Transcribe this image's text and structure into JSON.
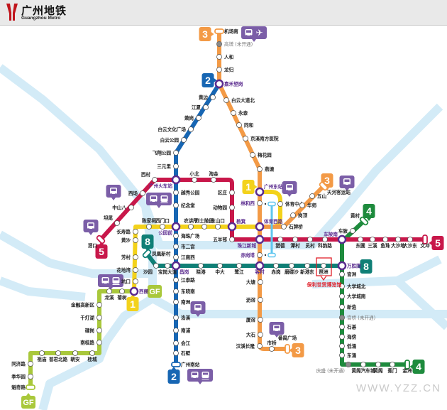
{
  "header": {
    "logo_cn": "广州地铁",
    "logo_en": "Guangzhou Metro"
  },
  "colors": {
    "interchange": "#5b2c8f",
    "river": "#d3ebf7",
    "callout": "#7b5ea7",
    "landmark": "#e0202a"
  },
  "lines": [
    {
      "id": "1",
      "color": "#f3d21b",
      "stations": [
        "西朗",
        "坑口",
        "花地湾",
        "芳村",
        "黄沙",
        "长寿路",
        "陈家祠",
        "西门口",
        "公园前",
        "农讲所",
        "烈士陵园",
        "东山口",
        "杨箕",
        "体育西路",
        "体育中心",
        "广州东站"
      ]
    },
    {
      "id": "2",
      "color": "#1766b3",
      "stations": [
        "嘉禾望岗",
        "黄边",
        "江夏",
        "萧岗",
        "白云文化广场",
        "白云公园",
        "飞翔公园",
        "三元里",
        "广州火车站",
        "越秀公园",
        "纪念堂",
        "公园前",
        "海珠广场",
        "市二宫",
        "江南西",
        "昌岗",
        "江泰路",
        "东晓南",
        "南洲",
        "洛溪",
        "南浦",
        "会江",
        "石壁",
        "广州南站"
      ]
    },
    {
      "id": "3",
      "color": "#f39a46",
      "stations": [
        "机场南",
        "高增 (未开通)",
        "人和",
        "龙归",
        "嘉禾望岗",
        "白云大道北",
        "永泰",
        "同和",
        "京溪南方医院",
        "梅花园",
        "燕塘",
        "广州东站",
        "体育西路",
        "珠江新城",
        "客村",
        "大塘",
        "沥滘",
        "厦滘",
        "大石",
        "汉溪长隆",
        "市桥",
        "番禺广场",
        "石牌桥",
        "岗顶",
        "华师",
        "五山",
        "天河客运站"
      ]
    },
    {
      "id": "4",
      "color": "#1e8b3d",
      "stations": [
        "黄村",
        "车陂",
        "车陂南",
        "万胜围",
        "官洲",
        "大学城北",
        "大学城南",
        "新造",
        "官桥 (未开通)",
        "石碁",
        "海傍",
        "低涌",
        "东涌",
        "庆盛 (未开通)",
        "黄阁汽车城",
        "黄阁",
        "蕉门",
        "金洲"
      ]
    },
    {
      "id": "5",
      "color": "#c8174a",
      "stations": [
        "滘口",
        "坦尾",
        "中山八",
        "西场",
        "西村",
        "广州火车站",
        "小北",
        "淘金",
        "区庄",
        "动物园",
        "杨箕",
        "五羊邨",
        "珠江新城",
        "猎德",
        "潭村",
        "员村",
        "科韵路",
        "车陂南",
        "东圃",
        "三溪",
        "鱼珠",
        "大沙地",
        "大沙东",
        "文冲"
      ]
    },
    {
      "id": "8",
      "color": "#0f7f76",
      "stations": [
        "凤凰新村",
        "沙园",
        "宝岗大道",
        "昌岗",
        "晓港",
        "中大",
        "鹭江",
        "客村",
        "赤岗",
        "磨碟沙",
        "新港东",
        "琶洲",
        "万胜围"
      ]
    },
    {
      "id": "GF",
      "color": "#a9c83b",
      "stations": [
        "西朗",
        "菊树",
        "龙溪",
        "金融高新区",
        "千灯湖",
        "礌岗",
        "南桂路",
        "桂城",
        "朝安",
        "普君北路",
        "祖庙",
        "同济路",
        "季华园",
        "魁奇路"
      ]
    }
  ],
  "apm": {
    "color": "#5ec6ef",
    "stations": [
      "林和西",
      "赤岗塔"
    ]
  },
  "badges": [
    {
      "label": "3",
      "line": "3"
    },
    {
      "label": "2",
      "line": "2"
    },
    {
      "label": "2",
      "line": "2"
    },
    {
      "label": "1",
      "line": "1"
    },
    {
      "label": "1",
      "line": "1"
    },
    {
      "label": "5",
      "line": "5"
    },
    {
      "label": "5",
      "line": "5"
    },
    {
      "label": "8",
      "line": "8"
    },
    {
      "label": "8",
      "line": "8"
    },
    {
      "label": "4",
      "line": "4"
    },
    {
      "label": "4",
      "line": "4"
    },
    {
      "label": "3",
      "line": "3"
    },
    {
      "label": "3",
      "line": "3"
    },
    {
      "label": "GF",
      "line": "GF"
    },
    {
      "label": "GF",
      "line": "GF"
    }
  ],
  "callouts": [
    {
      "icons": [
        "bus-icon",
        "plane-icon"
      ]
    },
    {
      "icons": [
        "bus-icon"
      ]
    },
    {
      "icons": [
        "bus-icon"
      ]
    },
    {
      "icons": [
        "bus-icon",
        "train-icon"
      ]
    },
    {
      "icons": [
        "bus-icon"
      ]
    },
    {
      "icons": [
        "bus-icon",
        "train-icon"
      ]
    },
    {
      "icons": [
        "bus-icon"
      ]
    },
    {
      "icons": [
        "bus-icon"
      ]
    },
    {
      "icons": [
        "bus-icon",
        "train-icon"
      ]
    },
    {
      "icons": [
        "bus-icon"
      ]
    }
  ],
  "landmark": {
    "label": "保利世贸博览馆",
    "station": "琶洲"
  },
  "watermark": "WWW.YZZ.CN"
}
